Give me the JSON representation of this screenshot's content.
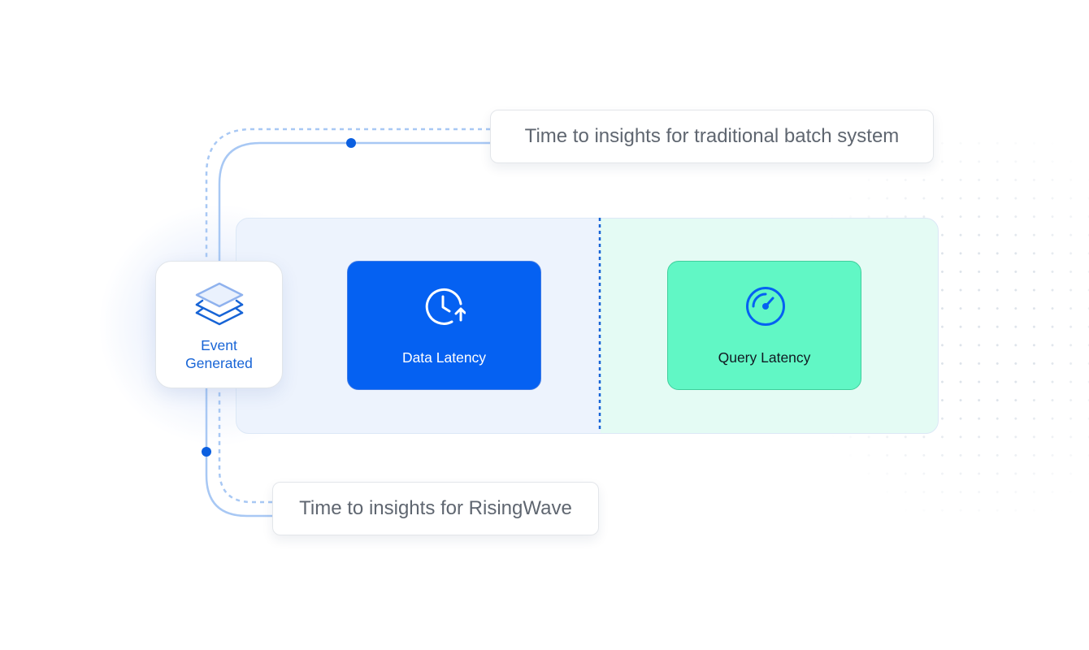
{
  "labels": {
    "batch": "Time to insights for traditional batch system",
    "risingwave": "Time to insights for RisingWave"
  },
  "event": {
    "label": "Event\nGenerated",
    "icon": "layers-icon"
  },
  "stages": [
    {
      "label": "Data Latency",
      "icon": "clock-refresh-icon",
      "color": "#0561F2"
    },
    {
      "label": "Query Latency",
      "icon": "speedometer-icon",
      "color": "#61F7C5"
    }
  ],
  "colors": {
    "blue_accent": "#1764D6",
    "path_line": "#A8C8F4",
    "dot": "#0B5FE0"
  }
}
